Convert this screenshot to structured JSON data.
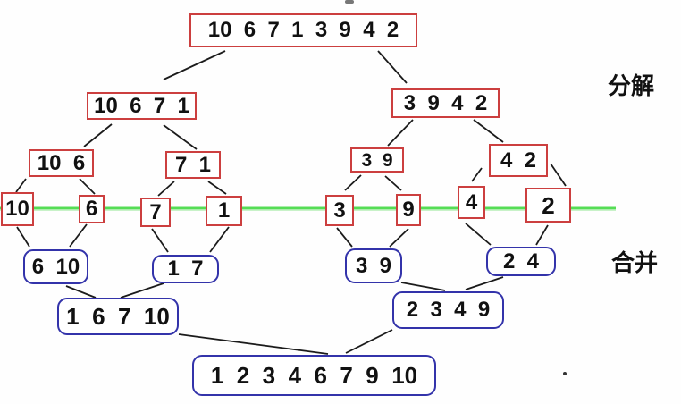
{
  "phase_labels": {
    "divide": "分解",
    "merge": "合并"
  },
  "divide": {
    "root": "10  6  7  1  3  9  4  2",
    "halves": [
      "10  6  7  1",
      "3  9  4  2"
    ],
    "quarters": [
      "10  6",
      "7  1",
      "3  9",
      "4  2"
    ],
    "singles": [
      "10",
      "6",
      "7",
      "1",
      "3",
      "9",
      "4",
      "2"
    ]
  },
  "merge": {
    "pairs": [
      "6  10",
      "1  7",
      "3  9",
      "2  4"
    ],
    "quads": [
      "1  6  7  10",
      "2  3  4  9"
    ],
    "result": "1  2  3  4  6  7  9  10"
  },
  "colors": {
    "divide_border": "#cc3f3f",
    "merge_border": "#3333aa",
    "axis_line": "#55dd55",
    "axis_glow": "#c8f2c8",
    "connector": "#1b1b1b",
    "text": "#111111"
  }
}
